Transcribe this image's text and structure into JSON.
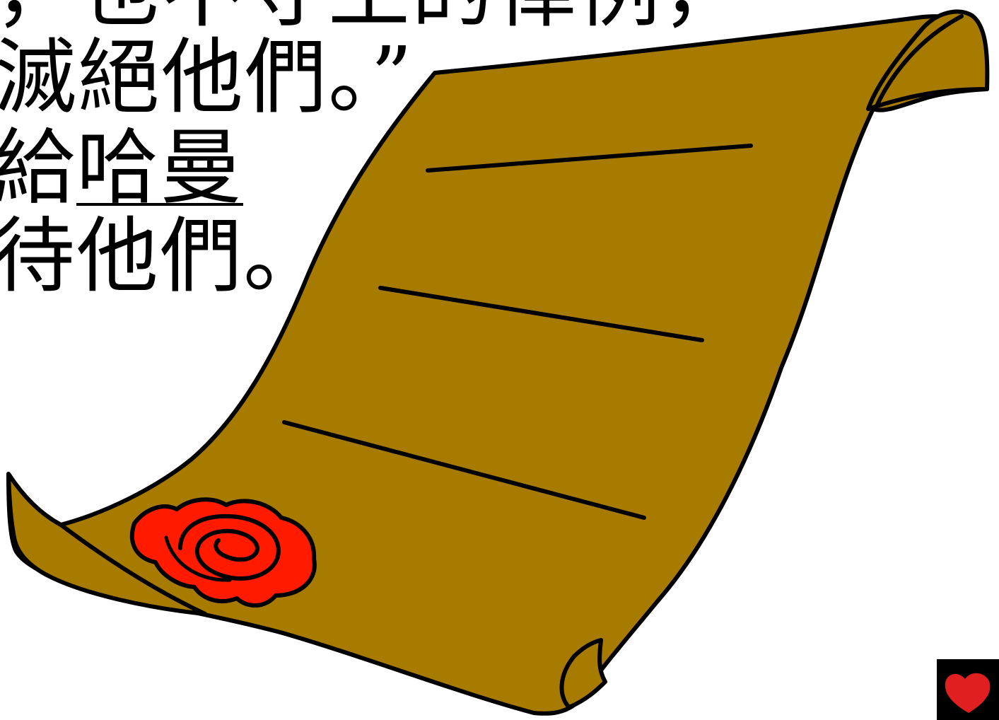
{
  "text": {
    "line_1": "，也不守王的律例，",
    "line_2": "滅絕他們。”",
    "line_3_prefix": "給",
    "line_3_underlined": "哈曼",
    "line_4": "待他們。"
  },
  "colors": {
    "background": "#ffffff",
    "text": "#000000",
    "scroll_fill": "#a77a00",
    "scroll_outline": "#000000",
    "seal_fill": "#ff1a00",
    "corner_box": "#000000",
    "heart_fill": "#e02020"
  },
  "icons": {
    "scroll": "scroll-icon",
    "seal": "wax-seal-icon",
    "heart": "heart-icon"
  }
}
